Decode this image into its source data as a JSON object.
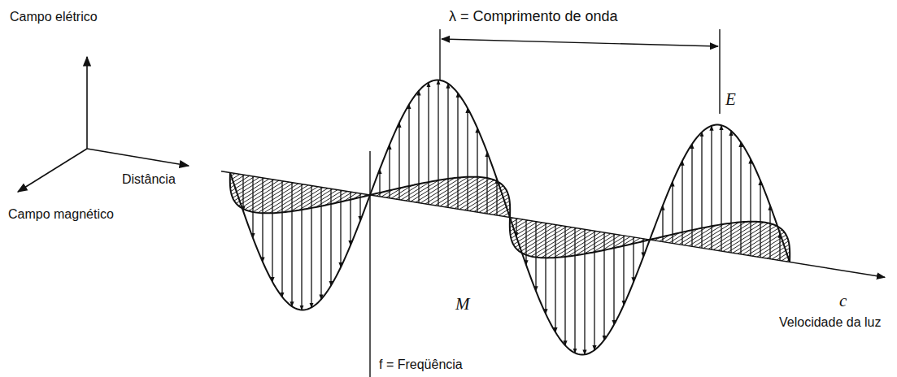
{
  "diagram": {
    "labels": [
      "Campo elétrico",
      "λ = Comprimento de onda",
      "E",
      "Distância",
      "Campo magnético",
      "M",
      "c",
      "Velocidade da luz",
      "f = Freqüência"
    ]
  }
}
